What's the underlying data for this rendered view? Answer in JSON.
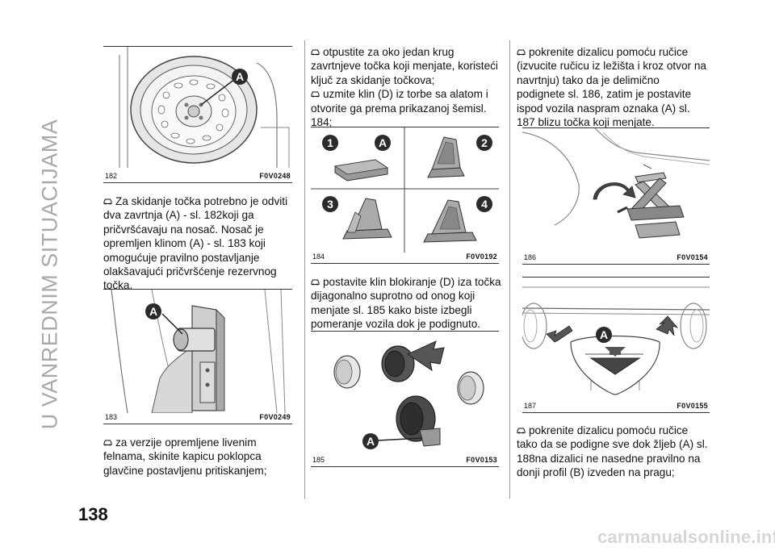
{
  "page": {
    "section_title": "U VANREDNIM SITUACIJAMA",
    "page_number": "138",
    "footer_watermark": "carmanualsonline.info"
  },
  "figures": {
    "f182": {
      "number": "182",
      "code": "F0V0248"
    },
    "f183": {
      "number": "183",
      "code": "F0V0249"
    },
    "f184": {
      "number": "184",
      "code": "F0V0192"
    },
    "f185": {
      "number": "185",
      "code": "F0V0153"
    },
    "f186": {
      "number": "186",
      "code": "F0V0154"
    },
    "f187": {
      "number": "187",
      "code": "F0V0155"
    }
  },
  "labels": {
    "A": "A",
    "n1": "1",
    "n2": "2",
    "n3": "3",
    "n4": "4"
  },
  "text": {
    "col1_p1": "Za skidanje točka potrebno je odviti dva zavrtnja (A) - sl. 182koji ga pričvršćavaju na nosač. Nosač je opremljen klinom (A) - sl. 183 koji omogućuje pravilno postavljanje olakšavajući pričvršćenje rezervnog točka.",
    "col1_p2": "za verzije opremljene livenim felnama, skinite kapicu poklopca glavčine postavljenu pritiskanjem;",
    "col2_p1": "otpustite za oko jedan krug zavrtnjeve točka koji menjate, koristeći ključ za skidanje točkova;",
    "col2_p2": "uzmite klin (D) iz torbe sa alatom i otvorite ga prema prikazanoj šemisl. 184;",
    "col2_p3": "postavite klin blokiranje (D) iza točka dijagonalno suprotno od onog koji menjate sl. 185 kako biste izbegli pomeranje vozila dok je podignuto.",
    "col3_p1": "pokrenite dizalicu pomoću ručice (izvucite ručicu iz ležišta i kroz otvor na navrtnju) tako da je delimično podignete sl. 186, zatim je postavite ispod vozila naspram oznaka (A) sl. 187 blizu točka koji menjate.",
    "col3_p2": "pokrenite dizalicu pomoću ručice tako da se podigne sve dok žljeb (A) sl. 188na dizalici ne nasedne pravilno na donji profil (B) izveden na pragu;"
  }
}
